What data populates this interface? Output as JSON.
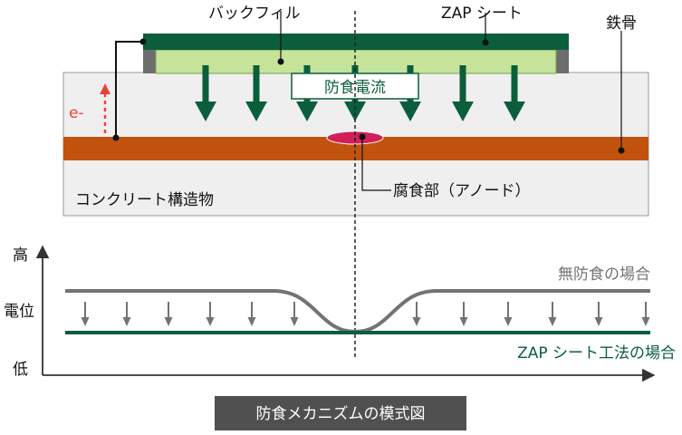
{
  "labels": {
    "backfill": "バックフィル",
    "zap_sheet": "ZAP シート",
    "steel": "鉄骨",
    "current": "防食電流",
    "electron": "e-",
    "anode": "腐食部（アノード）",
    "concrete": "コンクリート構造物",
    "axis_high": "高",
    "axis_potential": "電位",
    "axis_low": "低",
    "curve_unprotected": "無防食の場合",
    "curve_zap": "ZAP シート工法の場合",
    "caption": "防食メカニズムの模式図"
  },
  "colors": {
    "zap_green": "#0b5e3c",
    "backfill_green": "#c5e39a",
    "steel_brown": "#c1530f",
    "anode_red": "#d11f58",
    "concrete_gray": "#efefef",
    "curve_gray": "#737373",
    "electron_red": "#e8433a",
    "caption_bg": "#505050"
  }
}
